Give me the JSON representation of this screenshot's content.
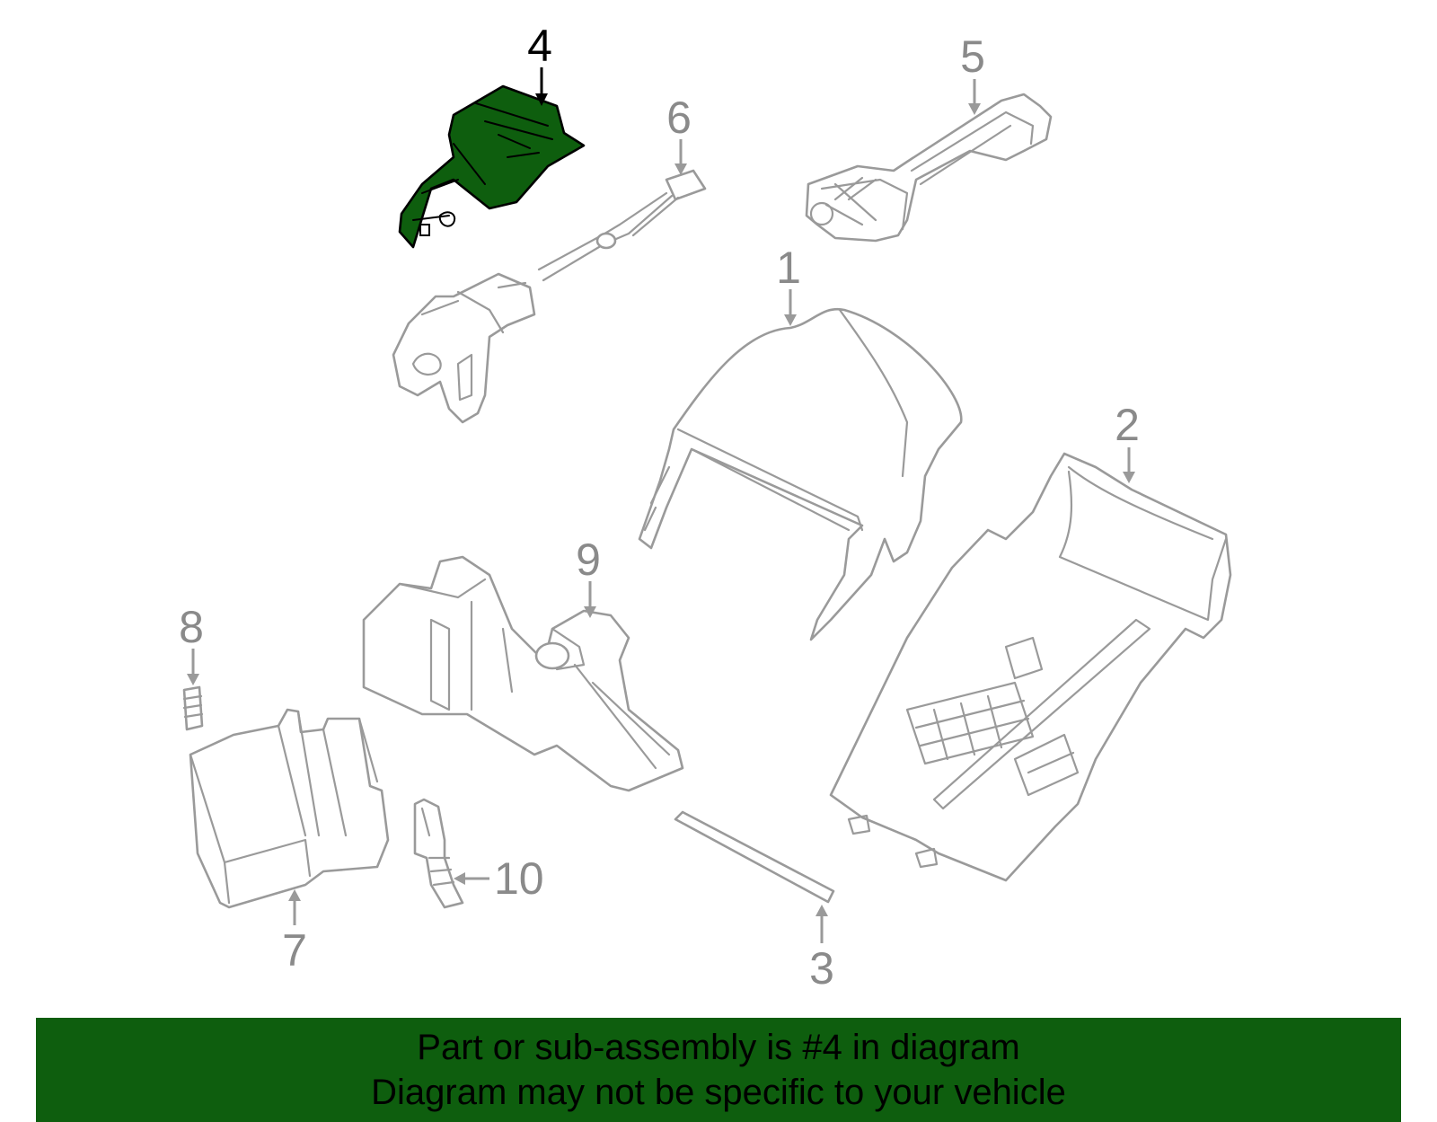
{
  "diagram": {
    "highlight_color": "#0e5e0e",
    "line_color": "#9a9a9a",
    "callouts": [
      {
        "id": "1",
        "label": "1"
      },
      {
        "id": "2",
        "label": "2"
      },
      {
        "id": "3",
        "label": "3"
      },
      {
        "id": "4",
        "label": "4",
        "highlighted": true
      },
      {
        "id": "5",
        "label": "5"
      },
      {
        "id": "6",
        "label": "6"
      },
      {
        "id": "7",
        "label": "7"
      },
      {
        "id": "8",
        "label": "8"
      },
      {
        "id": "9",
        "label": "9"
      },
      {
        "id": "10",
        "label": "10"
      }
    ]
  },
  "banner": {
    "line1": "Part or sub-assembly is #4 in diagram",
    "line2": "Diagram may not be specific to your vehicle"
  }
}
